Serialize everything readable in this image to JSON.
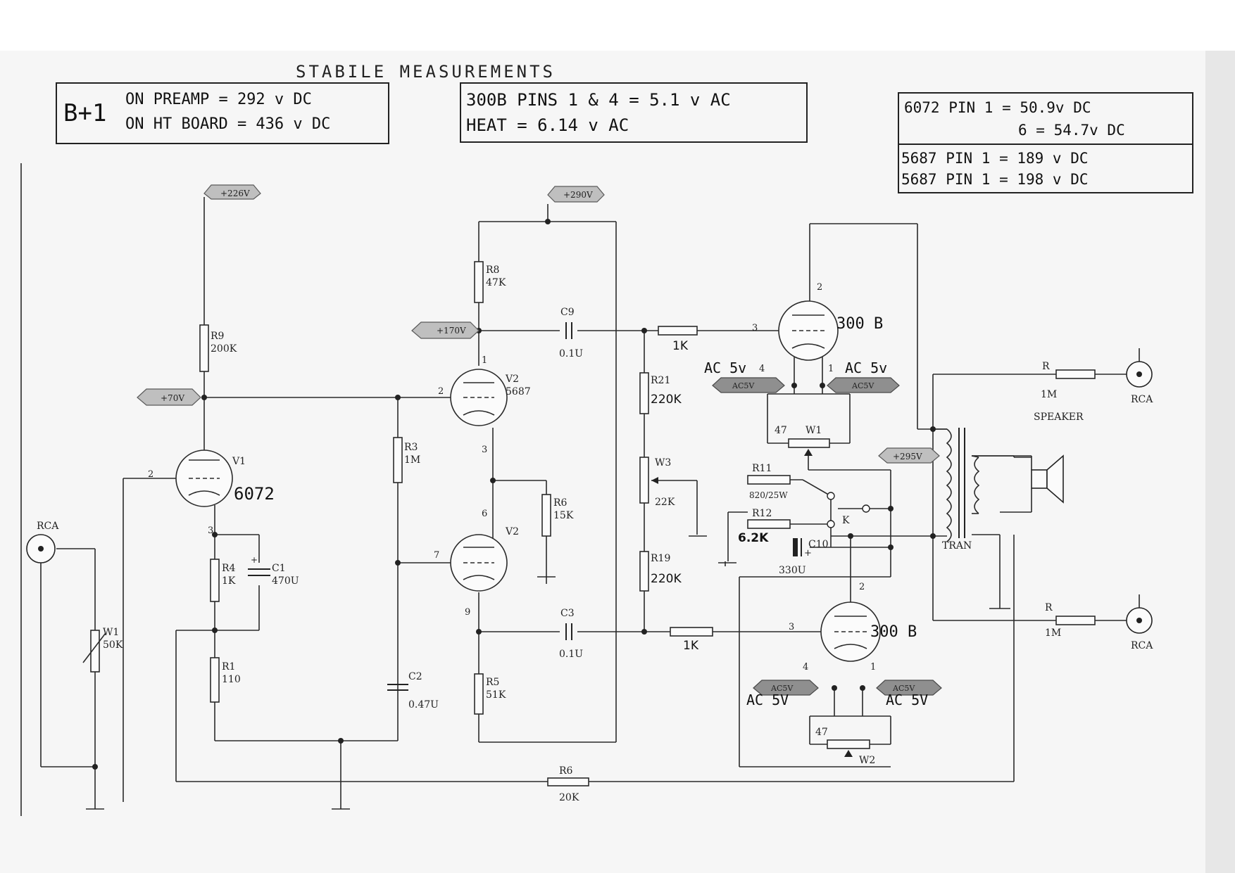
{
  "sheet_title": "STABILE   MEASUREMENTS",
  "notes": {
    "bplus_box": {
      "label": "B+1",
      "line1": "ON  PREAMP  =  292 v DC",
      "line2": "ON  HT BOARD  =  436 v DC"
    },
    "heater_box": {
      "line1": "300B  PINS  1 & 4  =  5.1 v AC",
      "line2": "HEAT  =  6.14  v  AC"
    },
    "tube_box": {
      "line1": "6072   PIN  1   =  50.9v DC",
      "line2": "6   =  54.7v DC",
      "line3": "5687   PIN  1   =  189 v DC",
      "line4": "5687   PIN  1   =  198 v DC"
    }
  },
  "voltage_tags": {
    "v226": "+226V",
    "v290": "+290V",
    "v170": "+170V",
    "v70": "+70V",
    "v295": "+295V",
    "ac_a": "AC5V",
    "ac_b": "AC5V",
    "ac_c": "AC5V",
    "ac_d": "AC5V"
  },
  "handwritten": {
    "v1_type": "6072",
    "v4_type": "300 B",
    "v5_type": "300 B",
    "r12_value": "6.2K",
    "ac_top_left": "AC 5v",
    "ac_top_right": "AC 5v",
    "ac_bot_left": "AC 5V",
    "ac_bot_right": "AC 5V",
    "r_grid_top": "1K",
    "r_grid_bot": "1K",
    "r21_value": "220K",
    "r19_value": "220K"
  },
  "components": {
    "R9": "R9",
    "R9_val": "200K",
    "R8": "R8",
    "R8_val": "47K",
    "R3": "R3",
    "R3_val": "1M",
    "R4": "R4",
    "R4_val": "1K",
    "R1": "R1",
    "R1_val": "110",
    "R5": "R5",
    "R5_val": "51K",
    "R6a": "R6",
    "R6a_val": "15K",
    "R6b": "R6",
    "R6b_val": "20K",
    "R21": "R21",
    "R19": "R19",
    "R11": "R11",
    "R11_val": "820/25W",
    "R12": "R12",
    "C1": "C1",
    "C1_val": "470U",
    "C2": "C2",
    "C2_val": "0.47U",
    "C3": "C3",
    "C3_val": "0.1U",
    "C9": "C9",
    "C9_val": "0.1U",
    "C10": "C10",
    "C10_val": "330U",
    "W1a": "W1",
    "W1a_val": "50K",
    "W1b": "W1",
    "W1b_val": "47",
    "W2": "W2",
    "W2_val": "47",
    "W3": "W3",
    "W3_val": "22K",
    "V1": "V1",
    "V2a": "V2",
    "V2a_type": "5687",
    "V2b": "V2",
    "K": "K",
    "TRAN": "TRAN",
    "SPEAKER": "SPEAKER",
    "RCA_in": "RCA",
    "RCA_out1": "RCA",
    "RCA_out2": "RCA",
    "R_out1": "R",
    "R_out1_val": "1M",
    "R_out2": "R",
    "R_out2_val": "1M"
  },
  "pins": {
    "v1_p2": "2",
    "v1_p3": "3",
    "v2a_p1": "1",
    "v2a_p2": "2",
    "v2a_p3": "3",
    "v2b_p6": "6",
    "v2b_p7": "7",
    "v2b_p9": "9",
    "v4_p2": "2",
    "v4_p3": "3",
    "v4_p4": "4",
    "v4_p1": "1",
    "v5_p2": "2",
    "v5_p3": "3",
    "v5_p4": "4",
    "v5_p1": "1"
  }
}
